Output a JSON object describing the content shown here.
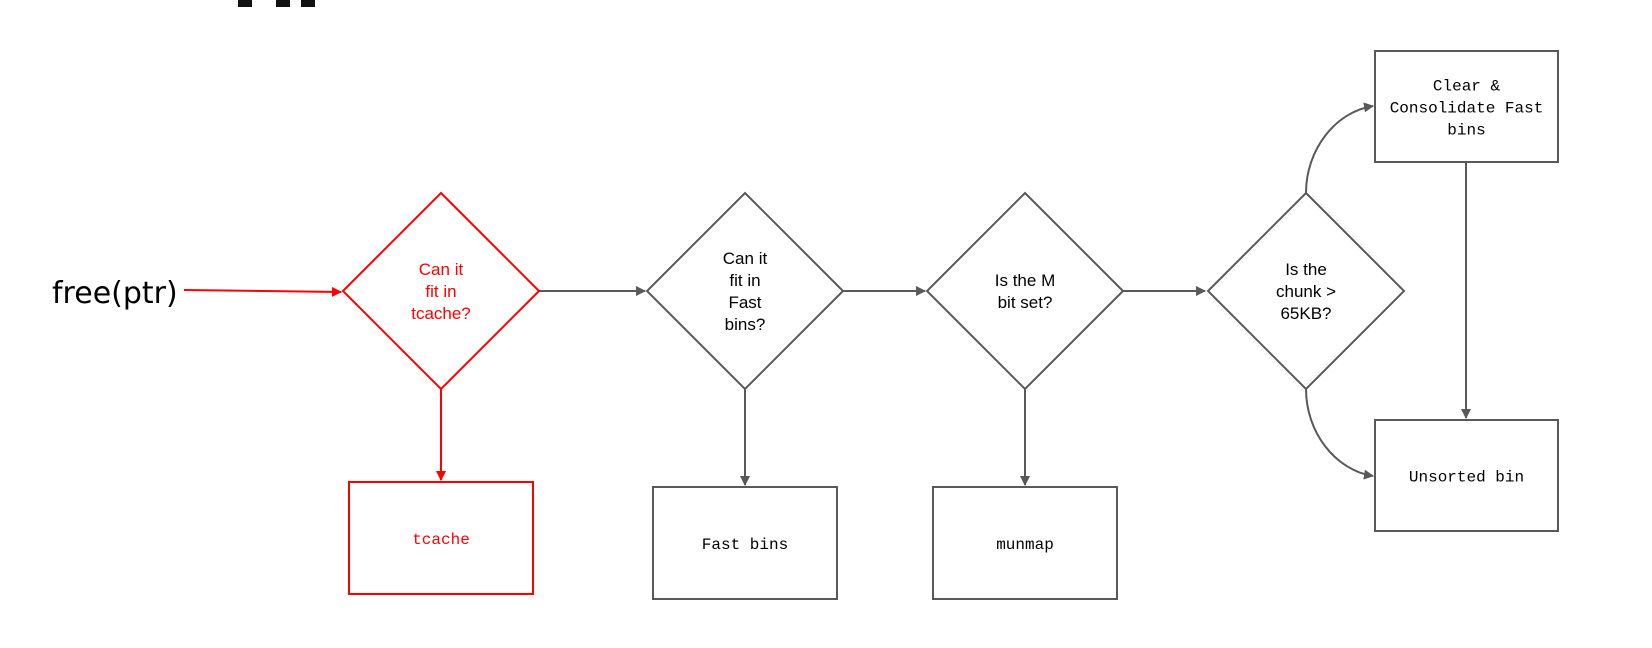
{
  "colors": {
    "highlight": "#ff0000",
    "normal": "#595959",
    "text": "#000000"
  },
  "start_label": "free(ptr)",
  "decisions": [
    {
      "id": "tcache_check",
      "lines": [
        "Can it",
        "fit in",
        "tcache?"
      ],
      "highlight": true
    },
    {
      "id": "fastbin_check",
      "lines": [
        "Can it",
        "fit in",
        "Fast",
        "bins?"
      ],
      "highlight": false
    },
    {
      "id": "mbit_check",
      "lines": [
        "Is the M",
        "bit set?"
      ],
      "highlight": false
    },
    {
      "id": "size_check",
      "lines": [
        "Is the",
        "chunk >",
        "65KB?"
      ],
      "highlight": false
    }
  ],
  "boxes": [
    {
      "id": "tcache",
      "lines": [
        "tcache"
      ],
      "highlight": true
    },
    {
      "id": "fast_bins",
      "lines": [
        "Fast bins"
      ],
      "highlight": false
    },
    {
      "id": "munmap",
      "lines": [
        "munmap"
      ],
      "highlight": false
    },
    {
      "id": "clear_consolidate",
      "lines": [
        "Clear &",
        "Consolidate Fast",
        "bins"
      ],
      "highlight": false
    },
    {
      "id": "unsorted_bin",
      "lines": [
        "Unsorted bin"
      ],
      "highlight": false
    }
  ],
  "edges": [
    {
      "from": "start",
      "to": "tcache_check",
      "highlight": true
    },
    {
      "from": "tcache_check",
      "to": "tcache",
      "highlight": true
    },
    {
      "from": "tcache_check",
      "to": "fastbin_check",
      "highlight": false
    },
    {
      "from": "fastbin_check",
      "to": "fast_bins",
      "highlight": false
    },
    {
      "from": "fastbin_check",
      "to": "mbit_check",
      "highlight": false
    },
    {
      "from": "mbit_check",
      "to": "munmap",
      "highlight": false
    },
    {
      "from": "mbit_check",
      "to": "size_check",
      "highlight": false
    },
    {
      "from": "size_check",
      "to": "clear_consolidate",
      "highlight": false
    },
    {
      "from": "size_check",
      "to": "unsorted_bin",
      "highlight": false
    },
    {
      "from": "clear_consolidate",
      "to": "unsorted_bin",
      "highlight": false
    }
  ]
}
